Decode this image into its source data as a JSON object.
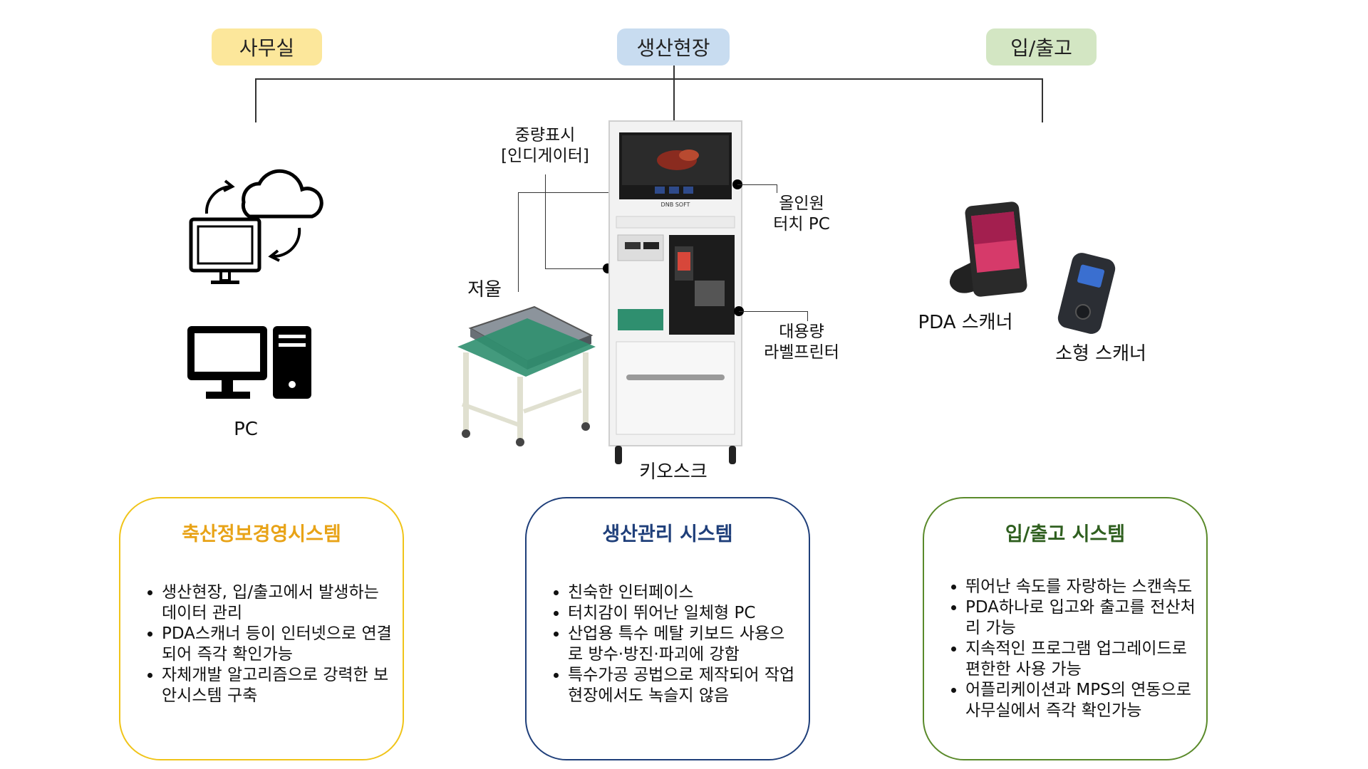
{
  "headers": {
    "office": "사무실",
    "production": "생산현장",
    "inout": "입/출고"
  },
  "colors": {
    "office_bg": "#fce79b",
    "production_bg": "#c8dcf0",
    "inout_bg": "#d3e6c3",
    "office_border": "#f0c419",
    "production_border": "#1f3f7a",
    "inout_border": "#5a8a2a",
    "office_title": "#e8a317",
    "production_title": "#1f3f7a",
    "inout_title": "#2f5f1f"
  },
  "icons": {
    "cloud_sync": "cloud-sync-icon",
    "pc": "desktop-pc-icon"
  },
  "labels": {
    "pc": "PC",
    "indicator_line1": "중량표시",
    "indicator_line2": "[인디게이터]",
    "touch_pc_line1": "올인원",
    "touch_pc_line2": "터치 PC",
    "scale": "저울",
    "printer_line1": "대용량",
    "printer_line2": "라벨프린터",
    "kiosk": "키오스크",
    "kiosk_brand": "DNB SOFT",
    "pda": "PDA 스캐너",
    "small_scanner": "소형 스캐너"
  },
  "systems": [
    {
      "title": "축산정보경영시스템",
      "items": [
        "생산현장, 입/출고에서 발생하는 데이터 관리",
        "PDA스캐너 등이 인터넷으로 연결되어 즉각 확인가능",
        "자체개발 알고리즘으로 강력한 보안시스템 구축"
      ]
    },
    {
      "title": "생산관리 시스템",
      "items": [
        "친숙한 인터페이스",
        "터치감이 뛰어난 일체형 PC",
        "산업용 특수 메탈 키보드 사용으로 방수·방진·파괴에 강함",
        "특수가공 공법으로 제작되어 작업현장에서도 녹슬지 않음"
      ]
    },
    {
      "title": "입/출고 시스템",
      "items": [
        "뛰어난 속도를 자랑하는 스캔속도",
        "PDA하나로 입고와 출고를 전산처리 가능",
        "지속적인 프로그램 업그레이드로 편한한 사용 가능",
        "어플리케이션과 MPS의 연동으로 사무실에서 즉각 확인가능"
      ]
    }
  ]
}
